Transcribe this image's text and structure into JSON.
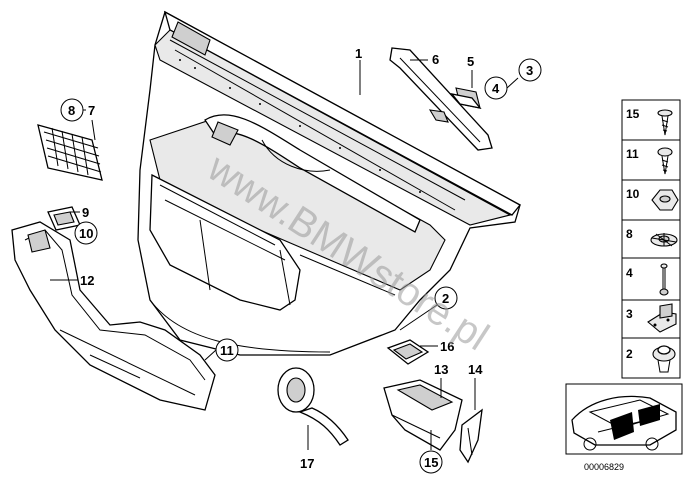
{
  "diagram": {
    "watermark": "www.BMWstore.pl",
    "drawing_number": "00006829",
    "callouts": [
      {
        "id": "c1",
        "label": "1",
        "circled": false
      },
      {
        "id": "c6",
        "label": "6",
        "circled": false
      },
      {
        "id": "c5",
        "label": "5",
        "circled": false
      },
      {
        "id": "c4",
        "label": "4",
        "circled": true
      },
      {
        "id": "c3",
        "label": "3",
        "circled": true
      },
      {
        "id": "c8",
        "label": "8",
        "circled": true
      },
      {
        "id": "c7",
        "label": "7",
        "circled": false
      },
      {
        "id": "c9",
        "label": "9",
        "circled": false
      },
      {
        "id": "c10",
        "label": "10",
        "circled": true
      },
      {
        "id": "c12",
        "label": "12",
        "circled": false
      },
      {
        "id": "c2",
        "label": "2",
        "circled": true
      },
      {
        "id": "c16",
        "label": "16",
        "circled": false
      },
      {
        "id": "c11",
        "label": "11",
        "circled": true
      },
      {
        "id": "c13",
        "label": "13",
        "circled": false
      },
      {
        "id": "c14",
        "label": "14",
        "circled": false
      },
      {
        "id": "c17",
        "label": "17",
        "circled": false
      },
      {
        "id": "c15",
        "label": "15",
        "circled": true
      }
    ],
    "fastener_legend": [
      {
        "label": "15",
        "part": "screw"
      },
      {
        "label": "11",
        "part": "screw"
      },
      {
        "label": "10",
        "part": "nut"
      },
      {
        "label": "8",
        "part": "clip"
      },
      {
        "label": "4",
        "part": "pin"
      },
      {
        "label": "3",
        "part": "bracket"
      },
      {
        "label": "2",
        "part": "expanding-rivet"
      }
    ]
  }
}
